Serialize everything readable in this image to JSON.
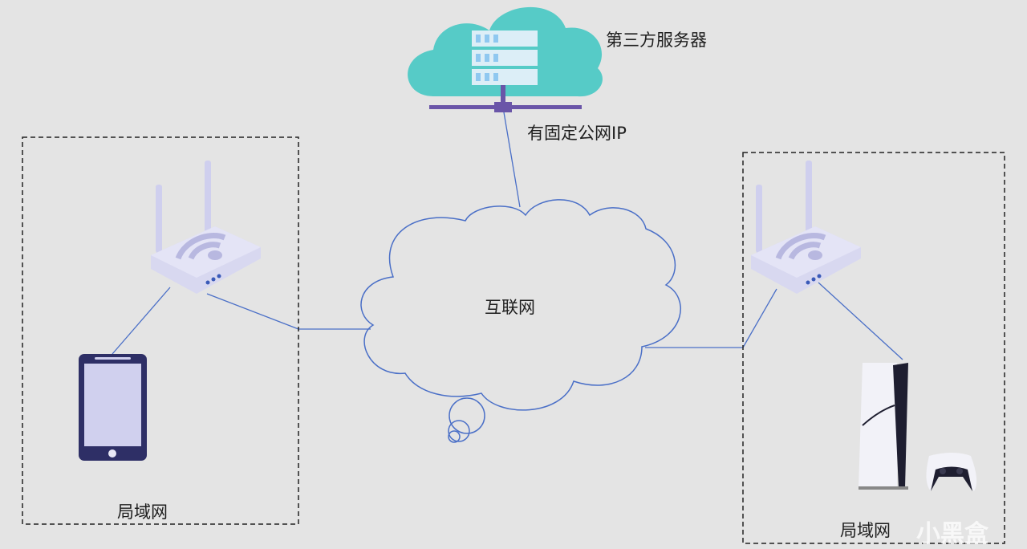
{
  "diagram": {
    "server": {
      "label": "第三方服务器",
      "sublabel": "有固定公网IP"
    },
    "internet": {
      "label": "互联网"
    },
    "lan_left": {
      "label": "局域网",
      "devices": [
        "router",
        "smartphone"
      ]
    },
    "lan_right": {
      "label": "局域网",
      "devices": [
        "router",
        "game-console",
        "controller"
      ]
    },
    "watermark": {
      "text": "小黑盒"
    }
  },
  "colors": {
    "background": "#e4e4e4",
    "cloud_server": "#56cbc7",
    "server_rack": "#dceef7",
    "server_light": "#8fc8f0",
    "network_bar": "#6a55a8",
    "link_line": "#4a6fc7",
    "router_body": "#d8d8f0",
    "phone_frame": "#2e2f66",
    "phone_screen": "#d0d0ee"
  }
}
